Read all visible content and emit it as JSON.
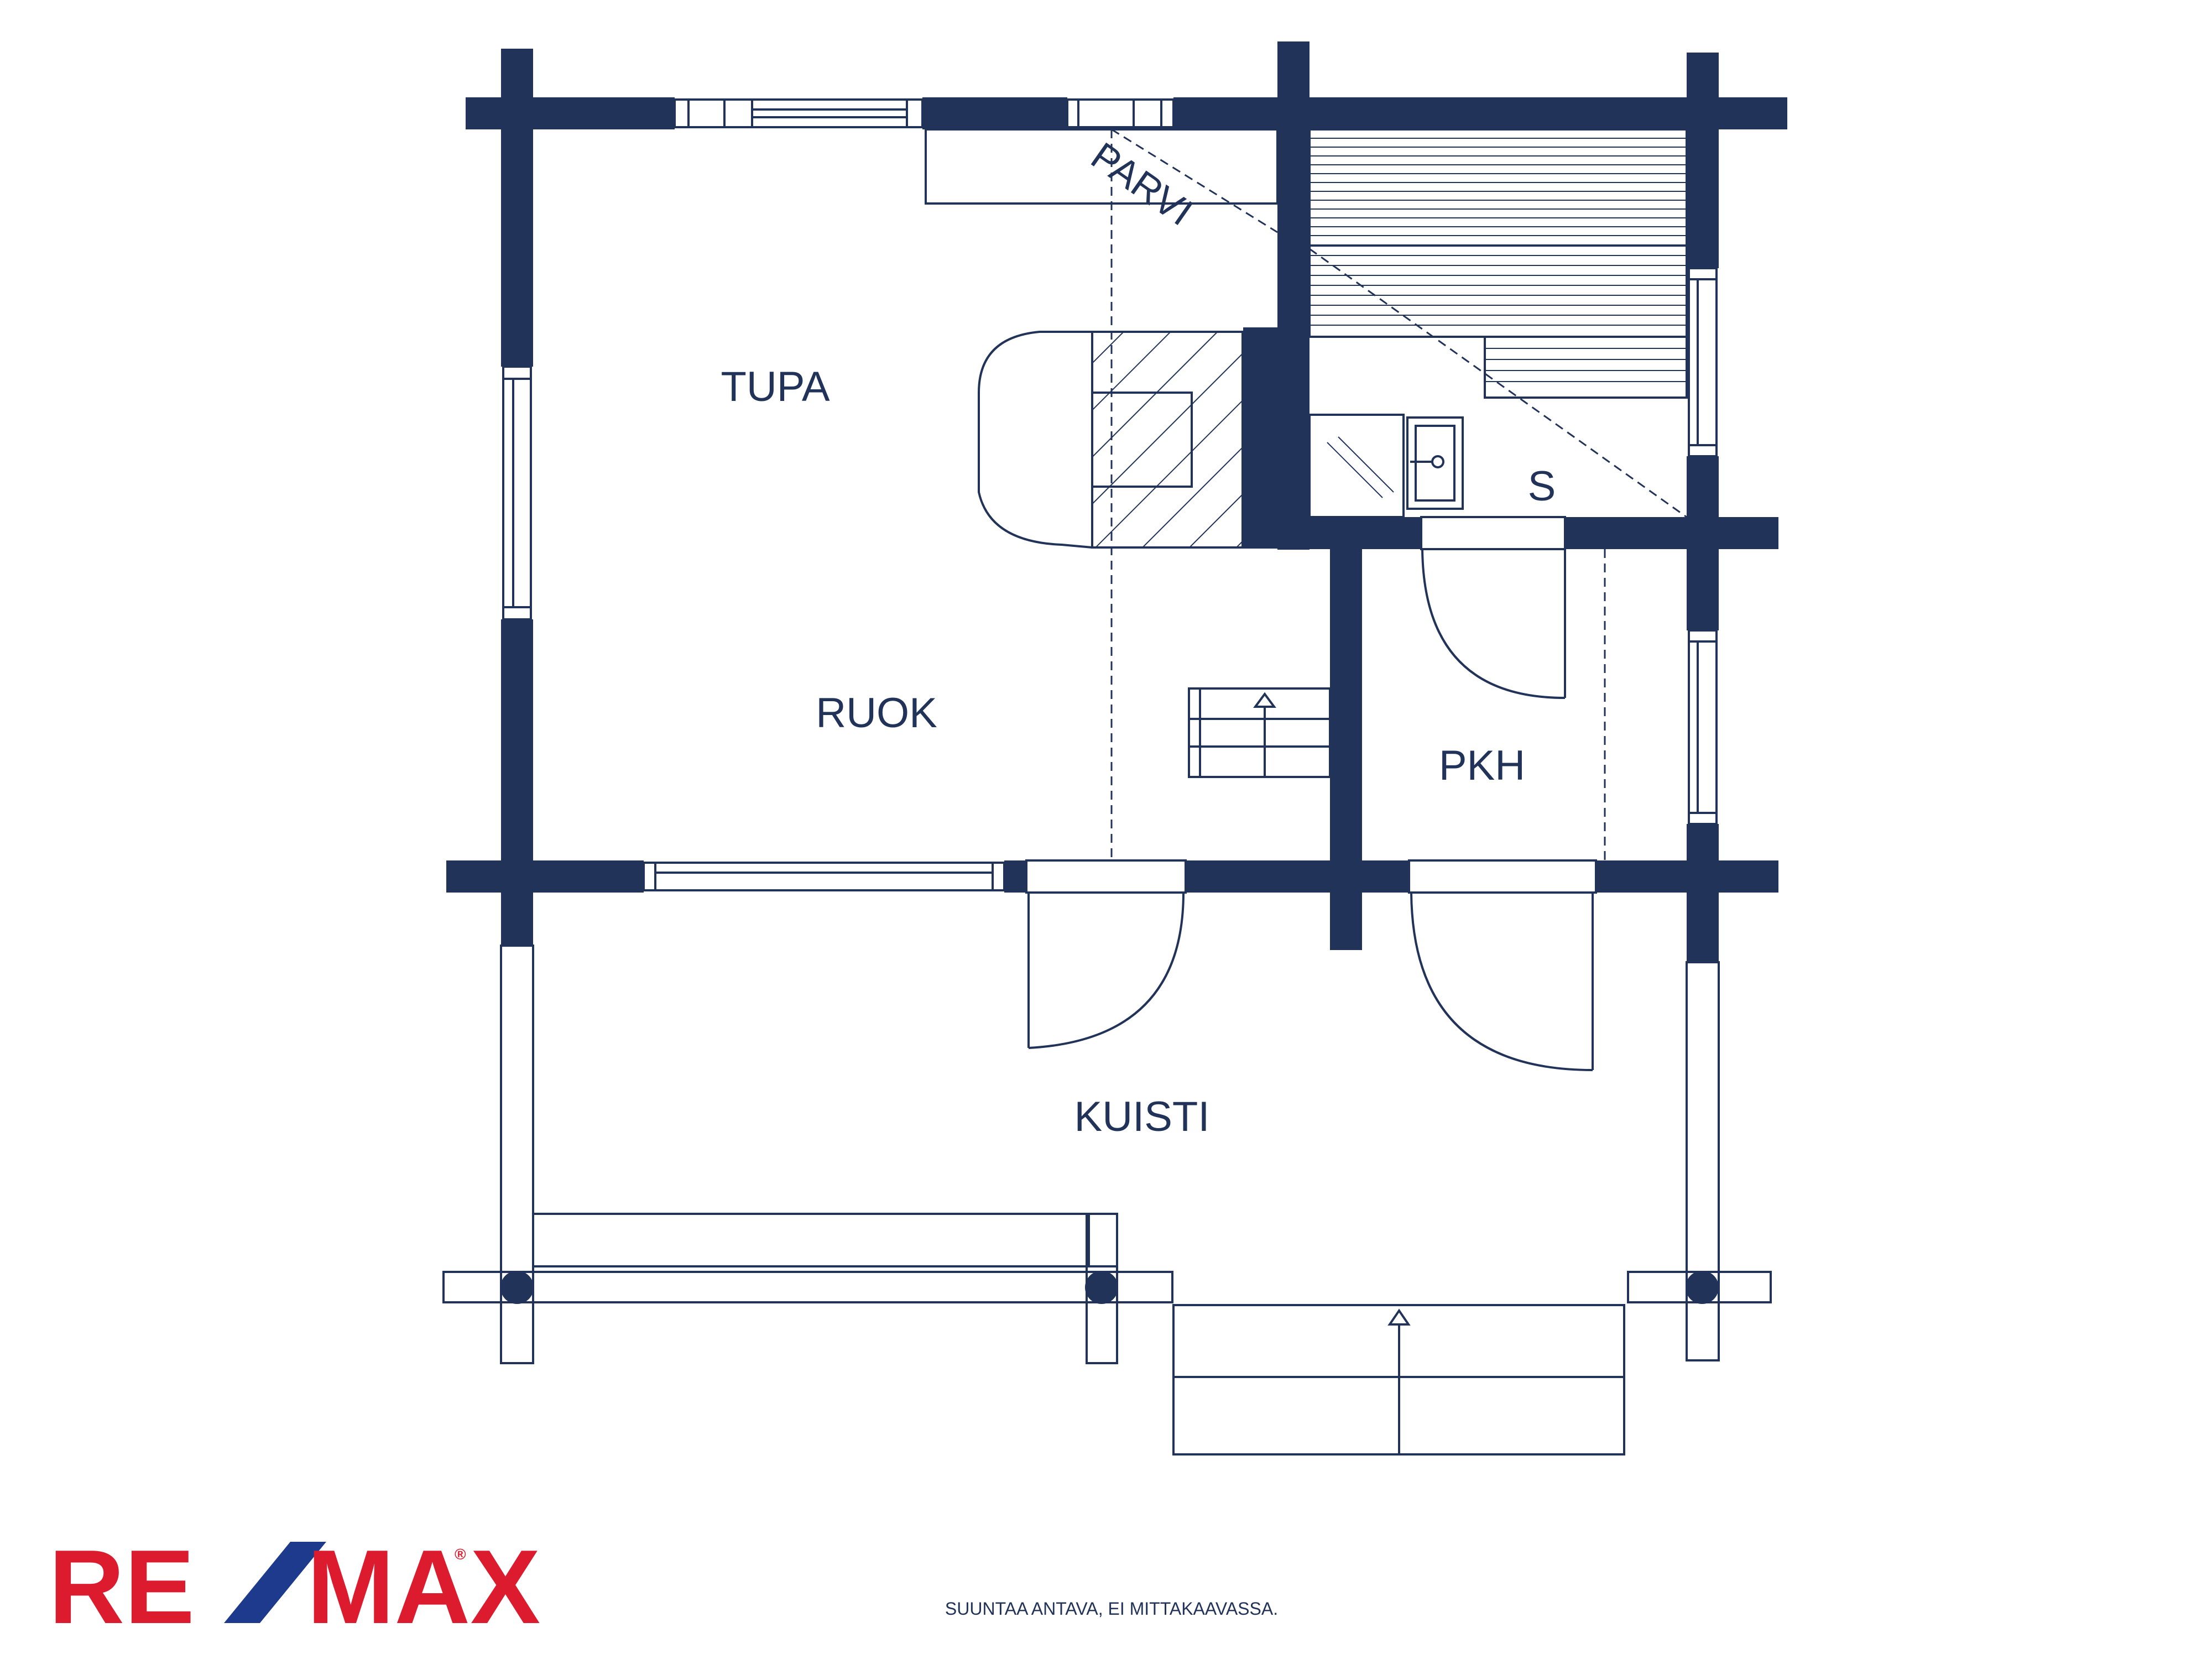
{
  "rooms": {
    "tupa": "TUPA",
    "ruok": "RUOK",
    "parvi": "PARVI",
    "sauna": "S",
    "pkh": "PKH",
    "kuisti": "KUISTI"
  },
  "footer": {
    "note": "SUUNTAA ANTAVA, EI MITTAKAAVASSA.",
    "logo_left": "RE",
    "logo_right": "MAX",
    "registered_mark": "®"
  },
  "colors": {
    "wall": "#22335a",
    "line": "#22335a",
    "logo_red": "#dc1c2e",
    "logo_blue": "#1e3a8c"
  }
}
